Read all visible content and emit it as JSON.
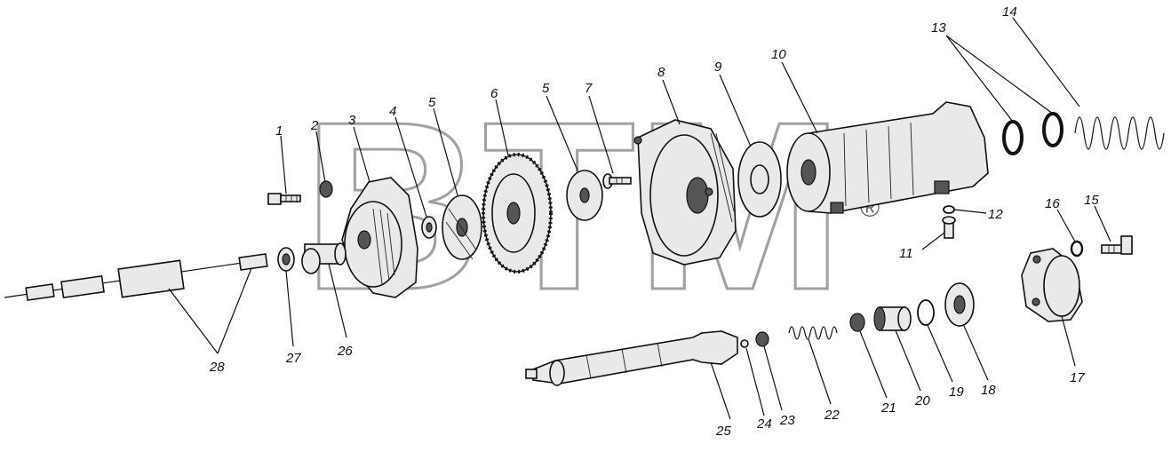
{
  "watermark": {
    "text": "BTM",
    "mark": "®"
  },
  "callouts": [
    "1",
    "2",
    "3",
    "4",
    "5",
    "6",
    "5",
    "7",
    "8",
    "9",
    "10",
    "13",
    "14",
    "12",
    "11",
    "16",
    "15",
    "17",
    "18",
    "19",
    "20",
    "21",
    "22",
    "23",
    "24",
    "25",
    "26",
    "27",
    "28"
  ]
}
